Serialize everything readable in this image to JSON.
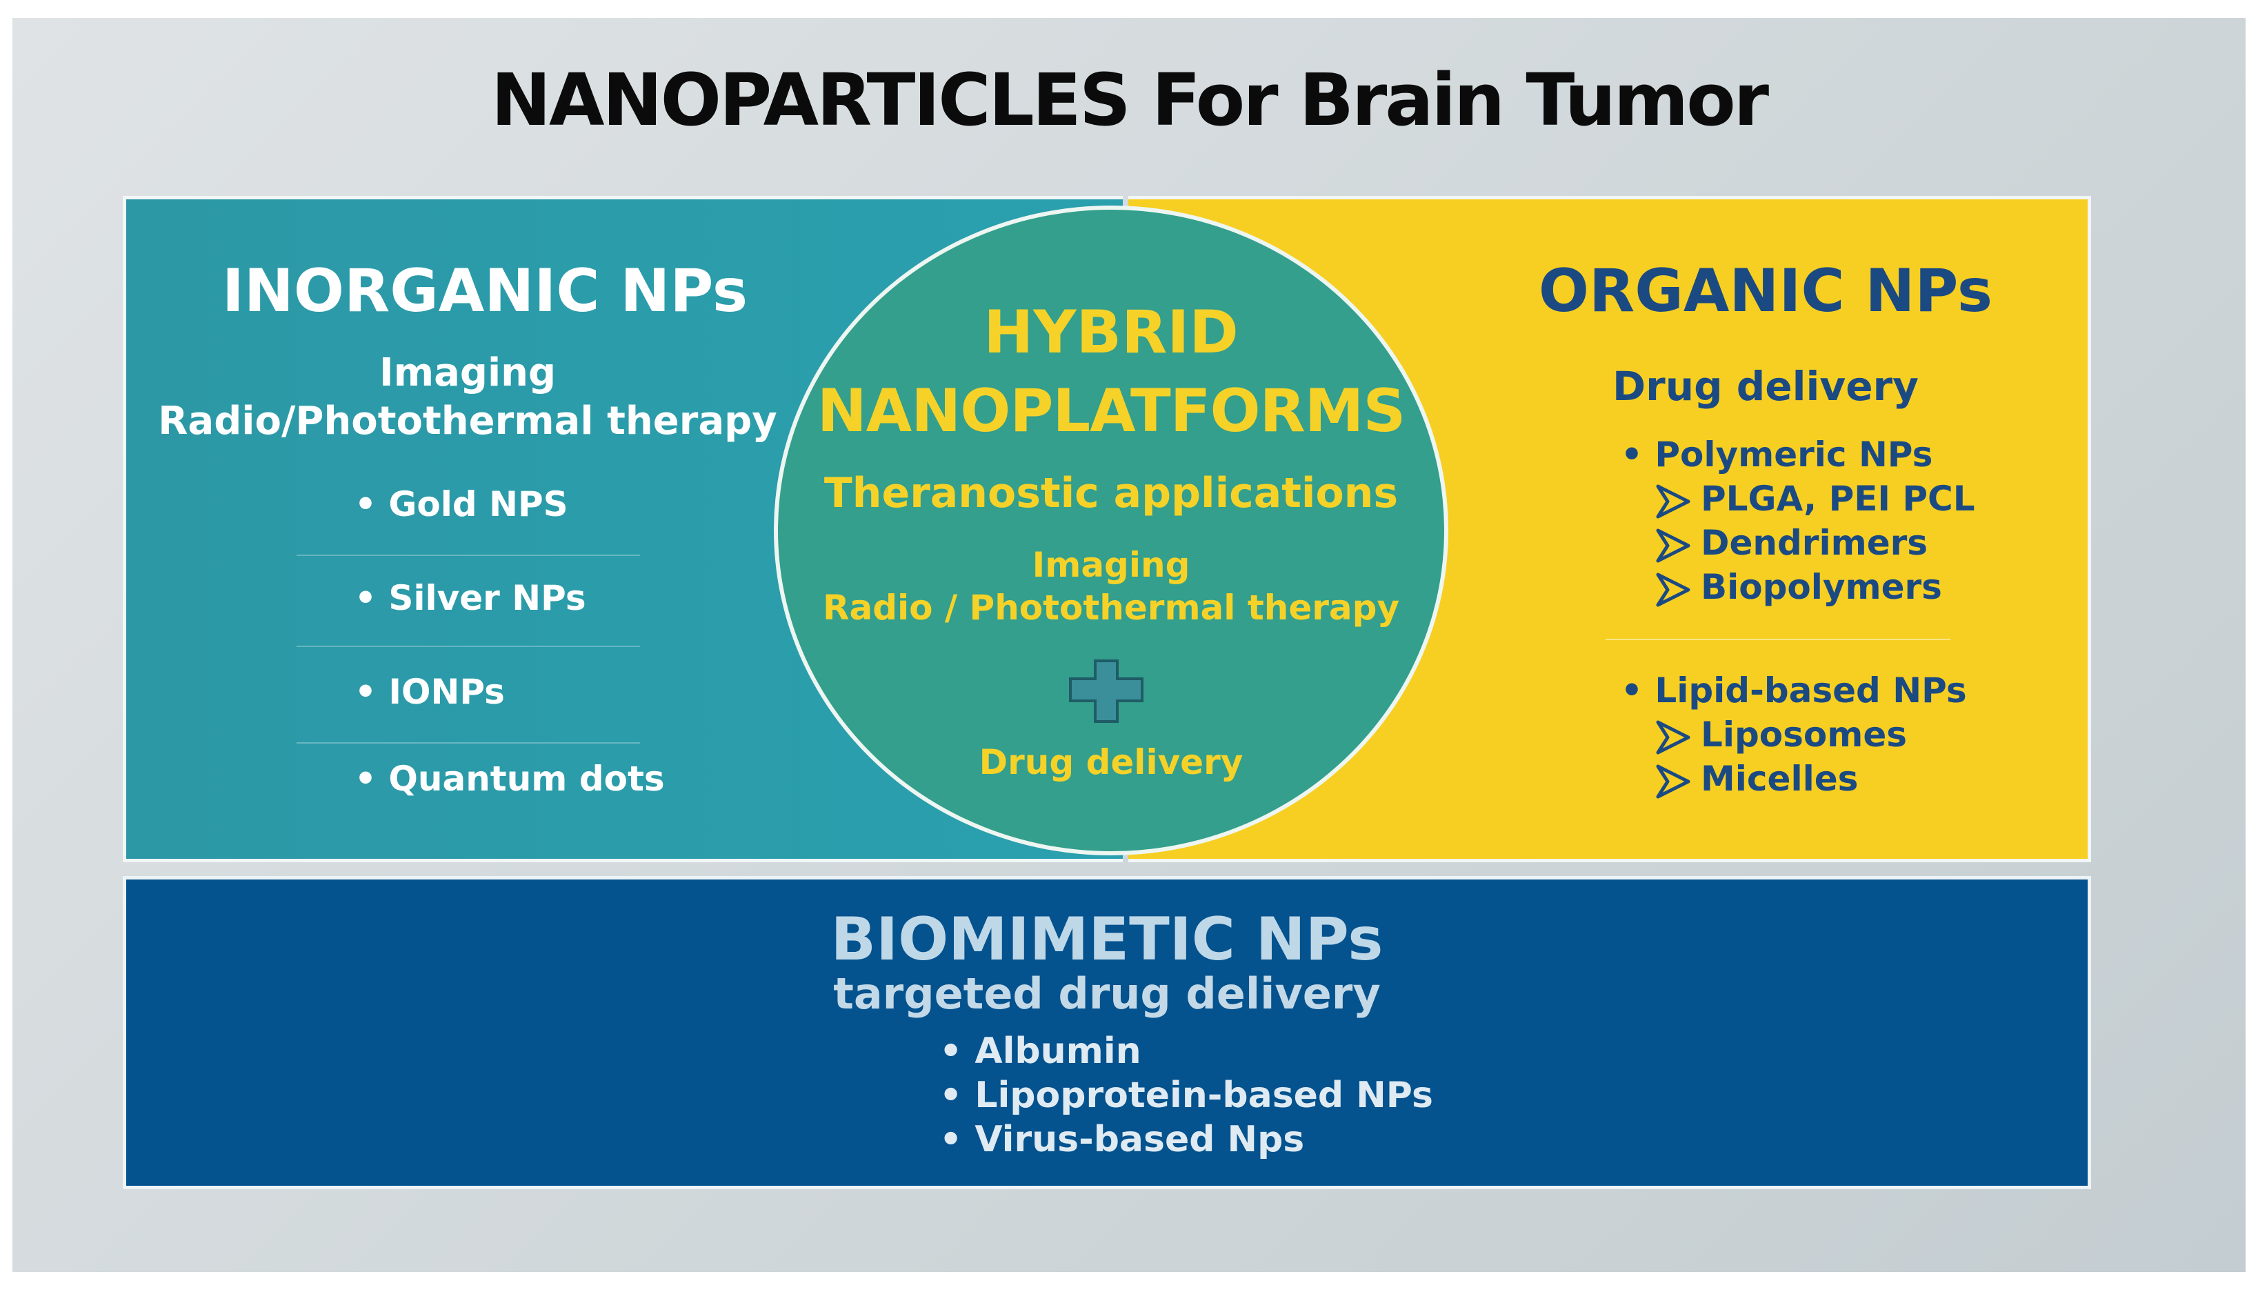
{
  "title": "NANOPARTICLES For Brain Tumor",
  "inorganic": {
    "heading": "INORGANIC NPs",
    "subtitle_1": "Imaging",
    "subtitle_2": "Radio/Photothermal therapy",
    "items": [
      "Gold NPS",
      "Silver NPs",
      "IONPs",
      "Quantum dots"
    ]
  },
  "hybrid": {
    "heading_1": "HYBRID",
    "heading_2": "NANOPLATFORMS",
    "subtitle": "Theranostic applications",
    "line_1": "Imaging",
    "line_2": "Radio / Photothermal therapy",
    "line_3": "Drug delivery",
    "plus_icon": "plus-icon"
  },
  "organic": {
    "heading": "ORGANIC NPs",
    "subtitle": "Drug delivery",
    "group_1": {
      "label": "Polymeric NPs",
      "items": [
        "PLGA, PEI PCL",
        "Dendrimers",
        "Biopolymers"
      ]
    },
    "group_2": {
      "label": "Lipid-based NPs",
      "items": [
        "Liposomes",
        "Micelles"
      ]
    }
  },
  "biomimetic": {
    "heading": "BIOMIMETIC NPs",
    "subtitle": "targeted drug delivery",
    "items": [
      "Albumin",
      "Lipoprotein-based NPs",
      "Virus-based Nps"
    ]
  },
  "colors": {
    "inorganic": "#2a9dab",
    "organic": "#f7cf23",
    "hybrid": "#339f8c",
    "biomimetic": "#04528e",
    "hybrid_text": "#f6d229",
    "organic_text": "#1b4a83"
  }
}
